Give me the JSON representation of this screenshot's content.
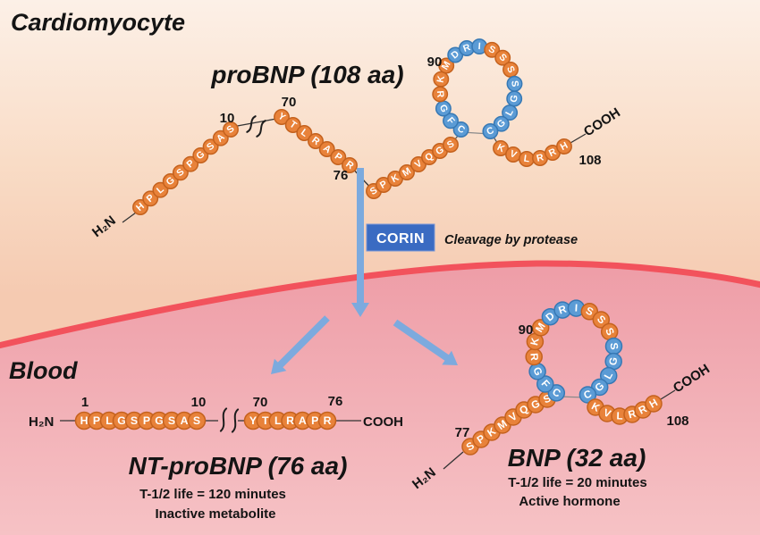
{
  "scene": {
    "cardiomyocyte_label": "Cardiomyocyte",
    "blood_label": "Blood"
  },
  "corin": {
    "enzyme": "CORIN",
    "note": "Cleavage by protease"
  },
  "colors": {
    "orange": "#E8823A",
    "orange_border": "#C4611D",
    "blue": "#5B9BD5",
    "blue_border": "#3678B4",
    "arrow": "#7CAADE",
    "membrane": "#F2525C",
    "corin_bg": "#3A6BC2",
    "bond": "#8a8a8a"
  },
  "probnp": {
    "title": "proBNP (108 aa)",
    "nterm": "H₂N",
    "cterm": "COOH",
    "marker_10": "10",
    "marker_70": "70",
    "marker_76": "76",
    "marker_90": "90",
    "marker_108": "108",
    "seq_1_10": "HPLGSPGSAS",
    "seq_70_76": "YTLRAPR",
    "seq_77_84": "SPKMVQGS",
    "ring": [
      {
        "l": "C",
        "c": "b"
      },
      {
        "l": "F",
        "c": "b"
      },
      {
        "l": "G",
        "c": "b"
      },
      {
        "l": "R",
        "c": "o"
      },
      {
        "l": "K",
        "c": "o"
      },
      {
        "l": "M",
        "c": "o"
      },
      {
        "l": "D",
        "c": "b"
      },
      {
        "l": "R",
        "c": "b"
      },
      {
        "l": "I",
        "c": "b"
      },
      {
        "l": "S",
        "c": "o"
      },
      {
        "l": "S",
        "c": "o"
      },
      {
        "l": "S",
        "c": "o"
      },
      {
        "l": "S",
        "c": "b"
      },
      {
        "l": "G",
        "c": "b"
      },
      {
        "l": "L",
        "c": "b"
      },
      {
        "l": "G",
        "c": "b"
      },
      {
        "l": "C",
        "c": "b"
      }
    ],
    "seq_103_108": "KVLRRH"
  },
  "ntprobnp": {
    "title": "NT-proBNP (76 aa)",
    "halflife": "T-1/2 life = 120 minutes",
    "activity": "Inactive metabolite",
    "nterm": "H₂N",
    "cterm": "COOH",
    "marker_1": "1",
    "marker_10": "10",
    "marker_70": "70",
    "marker_76": "76",
    "seq_1_10": "HPLGSPGSAS",
    "seq_70_76": "YTLRAPR"
  },
  "bnp": {
    "title": "BNP (32 aa)",
    "halflife": "T-1/2 life = 20 minutes",
    "activity": "Active hormone",
    "nterm": "H₂N",
    "cterm": "COOH",
    "marker_77": "77",
    "marker_90": "90",
    "marker_108": "108",
    "seq_77_84": "SPKMVQGS",
    "ring": [
      {
        "l": "C",
        "c": "b"
      },
      {
        "l": "F",
        "c": "b"
      },
      {
        "l": "G",
        "c": "b"
      },
      {
        "l": "R",
        "c": "o"
      },
      {
        "l": "K",
        "c": "o"
      },
      {
        "l": "M",
        "c": "o"
      },
      {
        "l": "D",
        "c": "b"
      },
      {
        "l": "R",
        "c": "b"
      },
      {
        "l": "I",
        "c": "b"
      },
      {
        "l": "S",
        "c": "o"
      },
      {
        "l": "S",
        "c": "o"
      },
      {
        "l": "S",
        "c": "o"
      },
      {
        "l": "S",
        "c": "b"
      },
      {
        "l": "G",
        "c": "b"
      },
      {
        "l": "L",
        "c": "b"
      },
      {
        "l": "G",
        "c": "b"
      },
      {
        "l": "C",
        "c": "b"
      }
    ],
    "seq_103_108": "KVLRRH"
  }
}
